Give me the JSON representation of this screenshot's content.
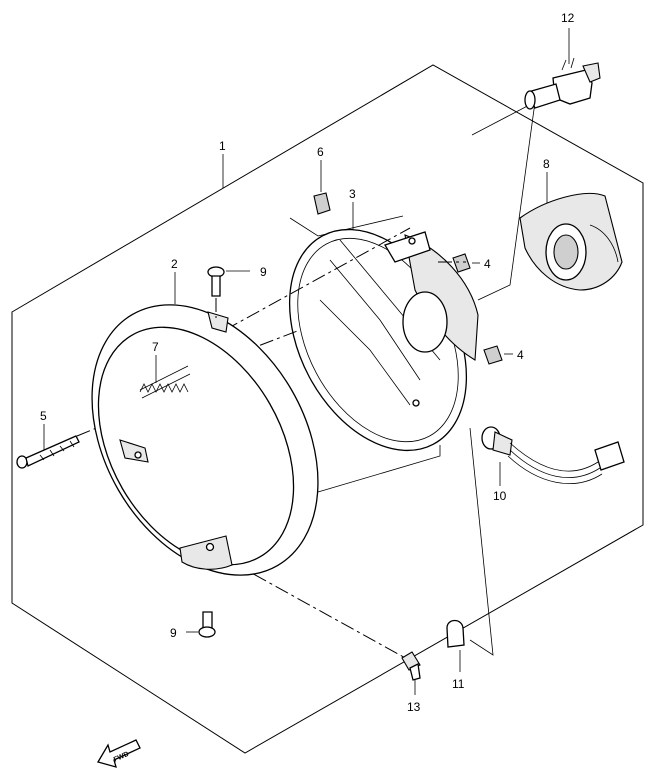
{
  "callouts": {
    "c1": "1",
    "c2": "2",
    "c3": "3",
    "c4a": "4",
    "c4b": "4",
    "c5": "5",
    "c6": "6",
    "c7": "7",
    "c8": "8",
    "c9a": "9",
    "c9b": "9",
    "c10": "10",
    "c11": "11",
    "c12": "12",
    "c13": "13"
  },
  "direction_marker": "FWD"
}
